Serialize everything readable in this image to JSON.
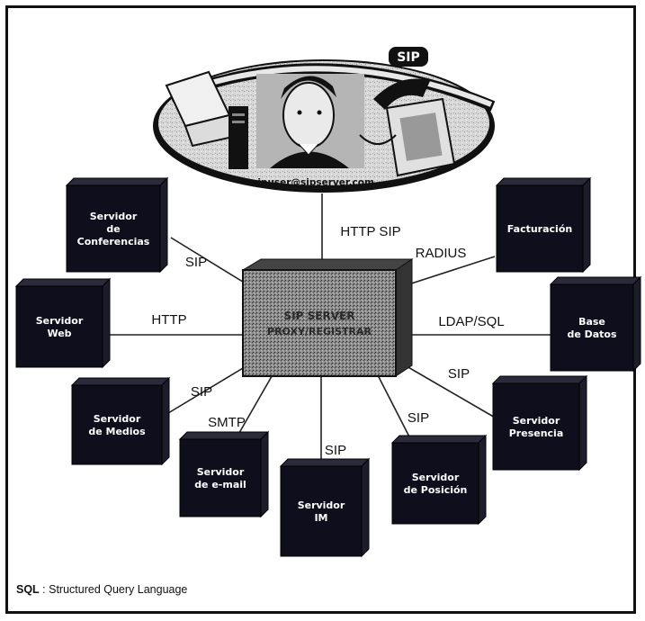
{
  "header": {
    "user_url": "sipuser@sipserver.com",
    "protocol_top": "SIP"
  },
  "center": {
    "label_line1": "SIP SERVER",
    "label_line2": "PROXY/REGISTRAR"
  },
  "servers": [
    {
      "id": "conferencias",
      "line1": "Servidor",
      "line2": "de",
      "line3": "Conferencias",
      "link": "SIP"
    },
    {
      "id": "web",
      "line1": "Servidor",
      "line2": "Web",
      "line3": "",
      "link": "HTTP"
    },
    {
      "id": "medios",
      "line1": "Servidor",
      "line2": "de Medios",
      "line3": "",
      "link": "SIP"
    },
    {
      "id": "email",
      "line1": "Servidor",
      "line2": "de e-mail",
      "line3": "",
      "link": "SMTP"
    },
    {
      "id": "im",
      "line1": "Servidor",
      "line2": "IM",
      "line3": "",
      "link": "SIP"
    },
    {
      "id": "posicion",
      "line1": "Servidor",
      "line2": "de Posición",
      "line3": "",
      "link": "SIP"
    },
    {
      "id": "presencia",
      "line1": "Servidor",
      "line2": "Presencia",
      "line3": "",
      "link": "SIP"
    },
    {
      "id": "basedatos",
      "line1": "Base",
      "line2": "de Datos",
      "line3": "",
      "link": "LDAP/SQL"
    },
    {
      "id": "facturacion",
      "line1": "Facturación",
      "line2": "",
      "line3": "",
      "link": "RADIUS"
    }
  ],
  "top_link": "HTTP SIP",
  "footnote": {
    "term": "SQL",
    "definition": " : Structured Query Language"
  },
  "colors": {
    "box_dark": "#0e0e1c",
    "box_side": "#2a2a3a",
    "ellipse_fill": "#d9d9d9",
    "center_fill": "#7a7a7a"
  }
}
